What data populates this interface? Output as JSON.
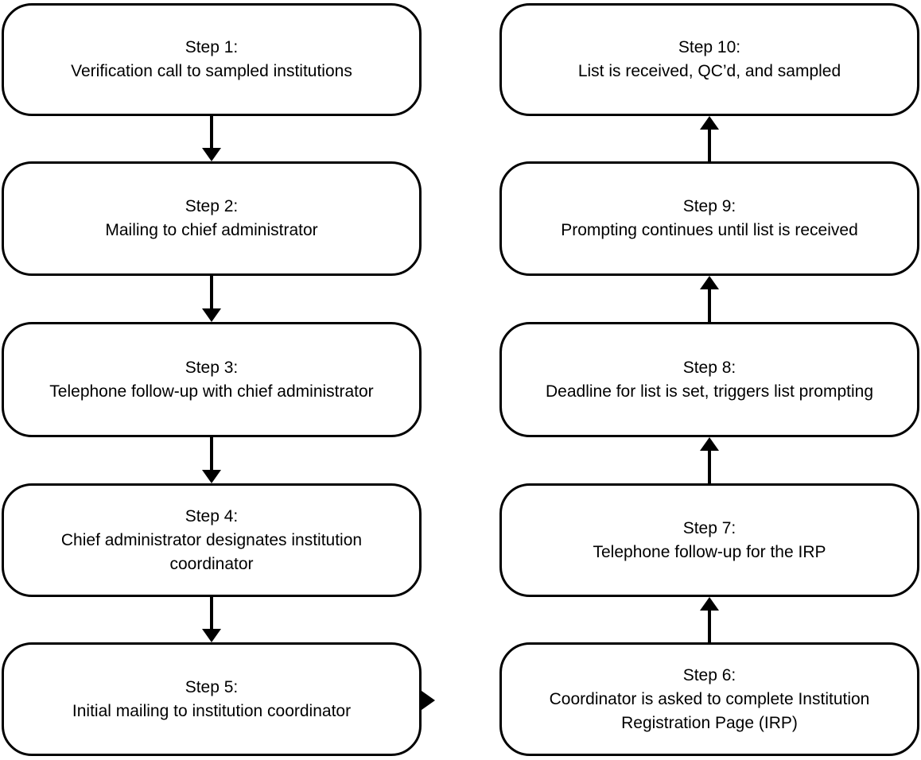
{
  "diagram": {
    "type": "flowchart",
    "steps": [
      {
        "title": "Step 1:",
        "description": "Verification call to sampled institutions"
      },
      {
        "title": "Step 2:",
        "description": "Mailing to chief administrator"
      },
      {
        "title": "Step 3:",
        "description": "Telephone follow-up with chief administrator"
      },
      {
        "title": "Step 4:",
        "description": "Chief administrator designates institution coordinator"
      },
      {
        "title": "Step 5:",
        "description": "Initial mailing to institution coordinator"
      },
      {
        "title": "Step 6:",
        "description": "Coordinator is asked to complete Institution Registration Page (IRP)"
      },
      {
        "title": "Step 7:",
        "description": "Telephone follow-up for the IRP"
      },
      {
        "title": "Step 8:",
        "description": "Deadline for list is set, triggers list prompting"
      },
      {
        "title": "Step 9:",
        "description": "Prompting continues until list is received"
      },
      {
        "title": "Step 10:",
        "description": "List is received, QC’d, and sampled"
      }
    ],
    "connections": [
      {
        "from": "Step 1",
        "to": "Step 2",
        "direction": "down"
      },
      {
        "from": "Step 2",
        "to": "Step 3",
        "direction": "down"
      },
      {
        "from": "Step 3",
        "to": "Step 4",
        "direction": "down"
      },
      {
        "from": "Step 4",
        "to": "Step 5",
        "direction": "down"
      },
      {
        "from": "Step 5",
        "to": "Step 6",
        "direction": "right"
      },
      {
        "from": "Step 6",
        "to": "Step 7",
        "direction": "up"
      },
      {
        "from": "Step 7",
        "to": "Step 8",
        "direction": "up"
      },
      {
        "from": "Step 8",
        "to": "Step 9",
        "direction": "up"
      },
      {
        "from": "Step 9",
        "to": "Step 10",
        "direction": "up"
      }
    ],
    "colors": {
      "box_border": "#000000",
      "box_fill": "#ffffff",
      "text": "#000000",
      "arrow": "#000000",
      "background": "#ffffff"
    }
  }
}
